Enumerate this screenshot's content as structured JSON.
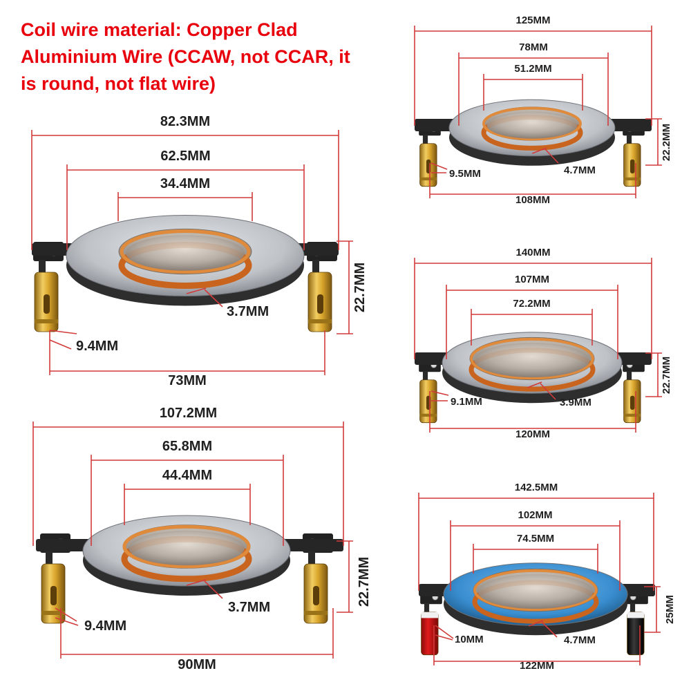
{
  "headline": "Coil wire material: Copper Clad Aluminium Wire (CCAW, not CCAR, it is round, not flat wire)",
  "colors": {
    "dimension_line": "#d23a3a",
    "headline_text": "#e8000d",
    "copper_coil": "#c8641e",
    "silver_ring": "#bfc3c8",
    "blue_ring": "#3a8fd1",
    "terminal_gold": "#d9a52b",
    "terminal_red": "#e01c1c",
    "terminal_black": "#1a1a1a"
  },
  "diaphragms": [
    {
      "name": "diaphragm-34-4mm",
      "ring": "silver",
      "terminal_style": "gold",
      "labels": {
        "outer_width": "82.3MM",
        "ring_diameter": "62.5MM",
        "coil_diameter": "34.4MM",
        "height": "22.7MM",
        "coil_height": "3.7MM",
        "terminal_width": "9.4MM",
        "terminal_span": "73MM"
      }
    },
    {
      "name": "diaphragm-44-4mm",
      "ring": "silver",
      "terminal_style": "gold",
      "labels": {
        "outer_width": "107.2MM",
        "ring_diameter": "65.8MM",
        "coil_diameter": "44.4MM",
        "height": "22.7MM",
        "coil_height": "3.7MM",
        "terminal_width": "9.4MM",
        "terminal_span": "90MM"
      }
    },
    {
      "name": "diaphragm-51-2mm",
      "ring": "silver",
      "terminal_style": "gold",
      "labels": {
        "outer_width": "125MM",
        "ring_diameter": "78MM",
        "coil_diameter": "51.2MM",
        "height": "22.2MM",
        "coil_height": "4.7MM",
        "terminal_width": "9.5MM",
        "terminal_span": "108MM"
      }
    },
    {
      "name": "diaphragm-72-2mm",
      "ring": "silver",
      "terminal_style": "gold",
      "labels": {
        "outer_width": "140MM",
        "ring_diameter": "107MM",
        "coil_diameter": "72.2MM",
        "height": "22.7MM",
        "coil_height": "3.9MM",
        "terminal_width": "9.1MM",
        "terminal_span": "120MM"
      }
    },
    {
      "name": "diaphragm-74-5mm",
      "ring": "blue",
      "terminal_style": "red-black",
      "labels": {
        "outer_width": "142.5MM",
        "ring_diameter": "102MM",
        "coil_diameter": "74.5MM",
        "height": "25MM",
        "coil_height": "4.7MM",
        "terminal_width": "10MM",
        "terminal_span": "122MM"
      }
    }
  ]
}
